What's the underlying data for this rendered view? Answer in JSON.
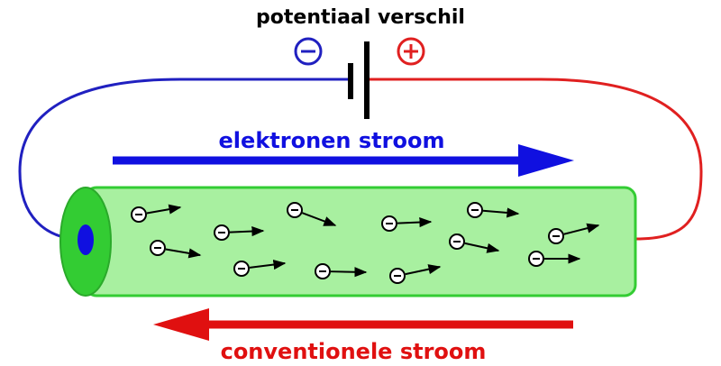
{
  "title": "potentiaal verschil",
  "battery": {
    "negative_symbol": "⊖",
    "positive_symbol": "⊕",
    "negative_color": "#2020c0",
    "positive_color": "#e02020"
  },
  "electron_flow": {
    "label": "elektronen stroom",
    "color": "#1010e0"
  },
  "conventional_flow": {
    "label": "conventionele stroom",
    "color": "#e01010"
  },
  "conductor": {
    "fill_color": "#a8f0a0",
    "end_color": "#33cc33",
    "electron_symbol": "−"
  },
  "wire_colors": {
    "left": "#2020c0",
    "right": "#e02020"
  }
}
